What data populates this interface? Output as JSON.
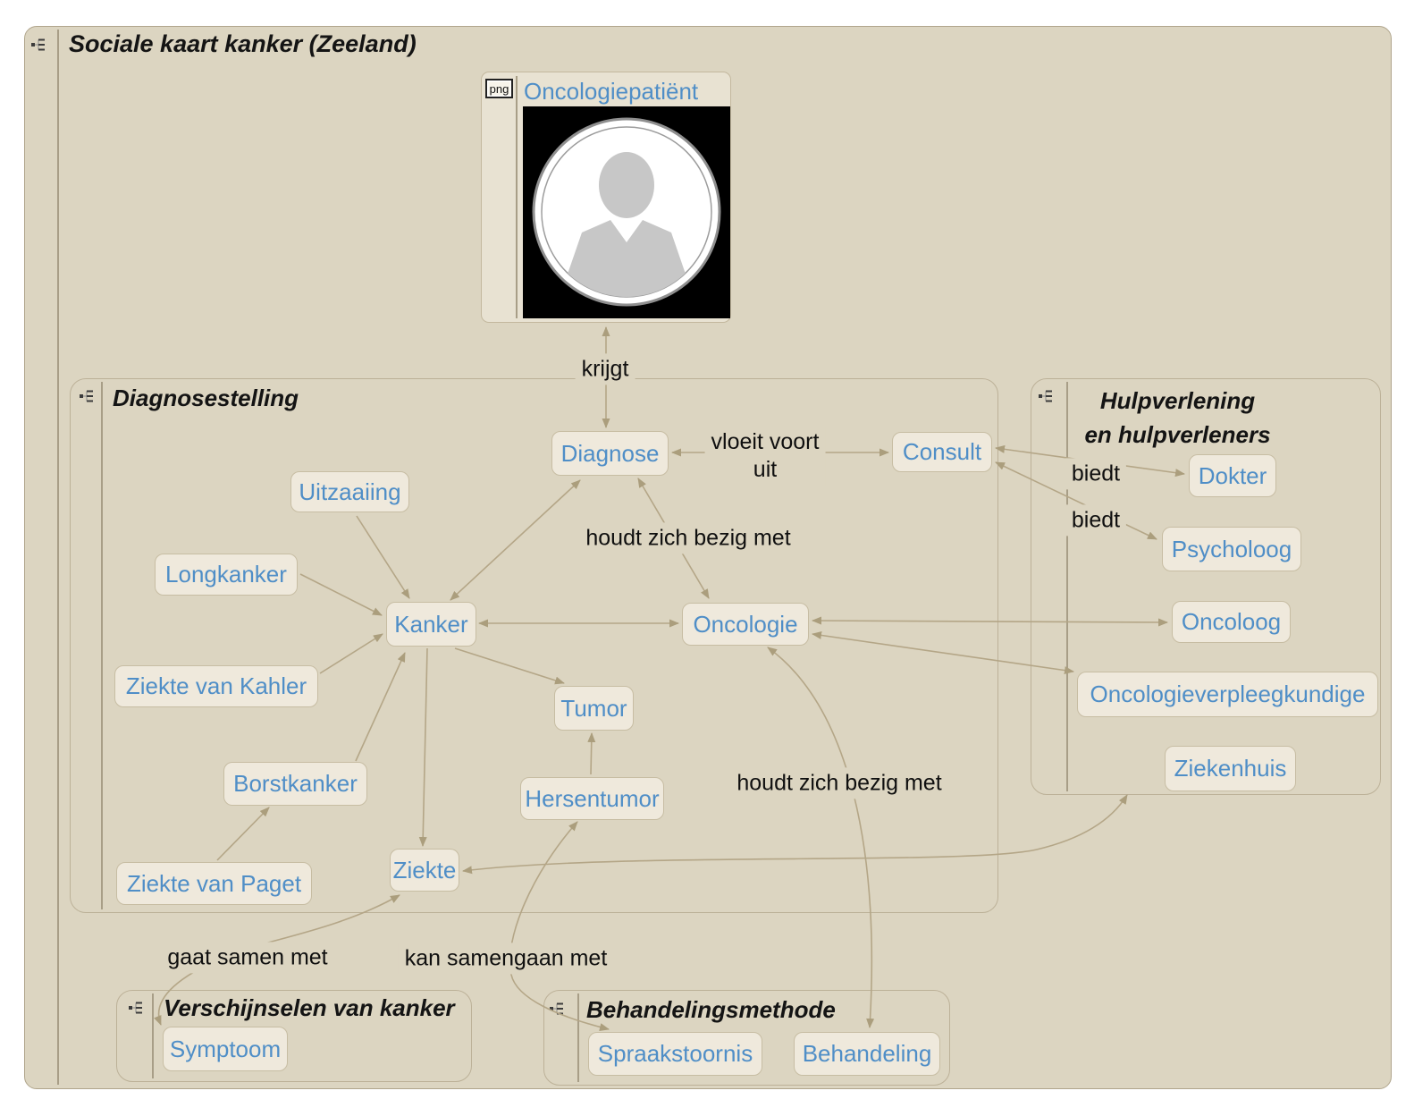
{
  "title": "Sociale kaart kanker (Zeeland)",
  "patient": {
    "label": "Oncologiepatiënt",
    "badge": "png"
  },
  "groups": {
    "diagnosestelling": {
      "title": "Diagnosestelling"
    },
    "hulpverlening": {
      "title_line1": "Hulpverlening",
      "title_line2": "en hulpverleners"
    },
    "verschijnselen": {
      "title": "Verschijnselen van kanker"
    },
    "behandelingsmethode": {
      "title": "Behandelingsmethode"
    }
  },
  "nodes": {
    "diagnose": {
      "label": "Diagnose"
    },
    "consult": {
      "label": "Consult"
    },
    "uitzaaiing": {
      "label": "Uitzaaiing"
    },
    "longkanker": {
      "label": "Longkanker"
    },
    "kanker": {
      "label": "Kanker"
    },
    "ziekte_van_kahler": {
      "label": "Ziekte van Kahler"
    },
    "tumor": {
      "label": "Tumor"
    },
    "borstkanker": {
      "label": "Borstkanker"
    },
    "hersentumor": {
      "label": "Hersentumor"
    },
    "ziekte_van_paget": {
      "label": "Ziekte van Paget"
    },
    "ziekte": {
      "label": "Ziekte"
    },
    "oncologie": {
      "label": "Oncologie"
    },
    "dokter": {
      "label": "Dokter"
    },
    "psycholoog": {
      "label": "Psycholoog"
    },
    "oncoloog": {
      "label": "Oncoloog"
    },
    "oncologieverpleegkundige": {
      "label": "Oncologieverpleegkundige"
    },
    "ziekenhuis": {
      "label": "Ziekenhuis"
    },
    "symptoom": {
      "label": "Symptoom"
    },
    "spraakstoornis": {
      "label": "Spraakstoornis"
    },
    "behandeling": {
      "label": "Behandeling"
    }
  },
  "edge_labels": {
    "krijgt": "krijgt",
    "vloeit_voort_uit_line1": "vloeit voort",
    "vloeit_voort_uit_line2": "uit",
    "houdt_zich_bezig_met_1": "houdt zich bezig met",
    "houdt_zich_bezig_met_2": "houdt zich bezig met",
    "biedt_1": "biedt",
    "biedt_2": "biedt",
    "gaat_samen_met": "gaat samen met",
    "kan_samengaan_met": "kan samengaan met"
  },
  "colors": {
    "canvas": "#dcd5c1",
    "node_fill": "#efe9dc",
    "node_border": "#c7bda3",
    "node_text": "#4f8ec7",
    "group_border": "#bcb198",
    "edge": "#b4a687",
    "label_text": "#0f0f0f"
  }
}
